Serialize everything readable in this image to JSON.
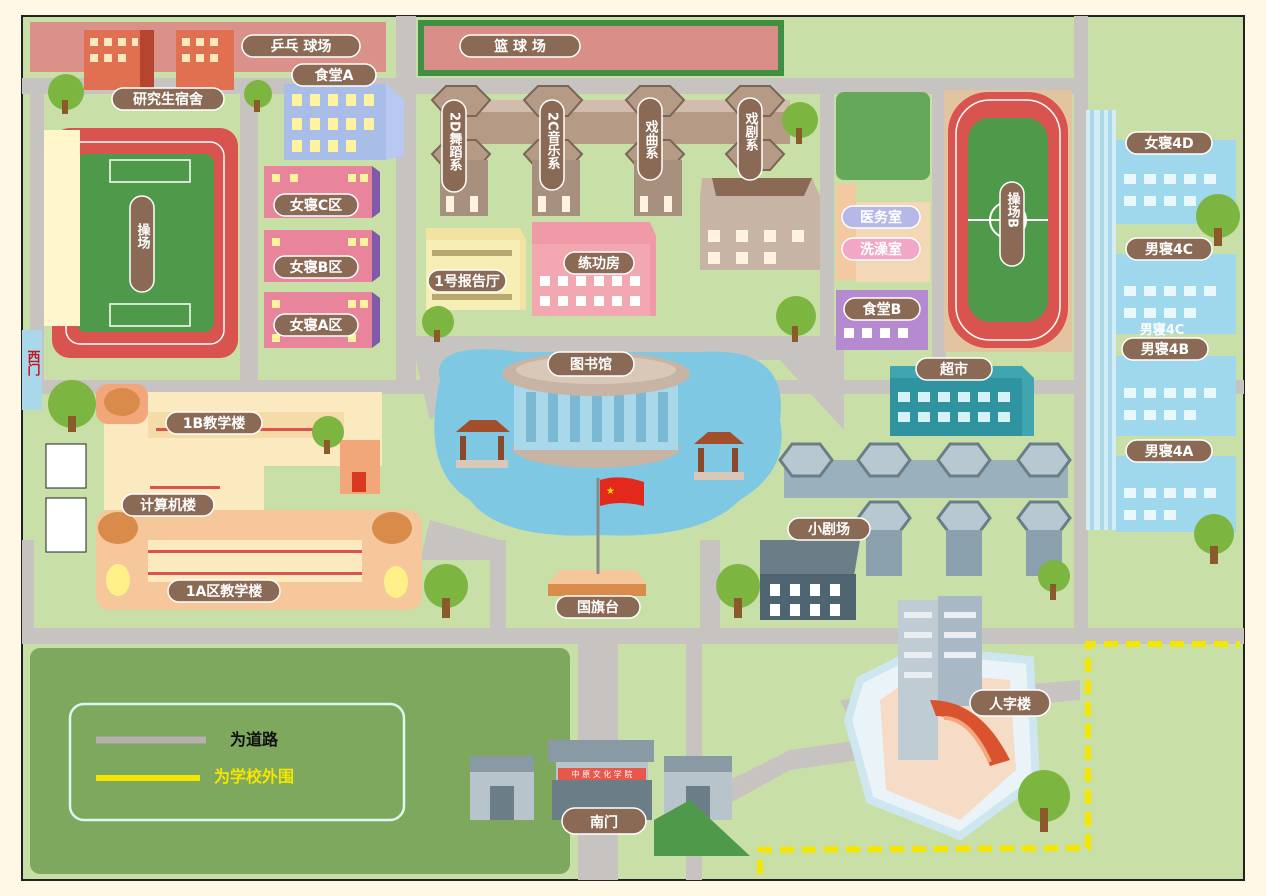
{
  "labels": {
    "pingpong": "乒乓 球场",
    "basketball": "篮 球 场",
    "grad_dorm": "研究生宿舍",
    "canteen_a": "食堂A",
    "dance_2d": "2D舞蹈系",
    "music_2c": "2C音乐系",
    "opera": "戏曲系",
    "drama": "戏剧系",
    "girls_c": "女寝C区",
    "girls_b": "女寝B区",
    "girls_a": "女寝A区",
    "playground_west": "操场",
    "lecture_hall": "1号报告厅",
    "practice_room": "练功房",
    "clinic": "医务室",
    "bathhouse": "洗澡室",
    "canteen_b": "食堂B",
    "playground_b": "操场B",
    "girls_4d": "女寝4D",
    "boys_4c": "男寝4C",
    "boys_4c_ghost": "男寝4C",
    "boys_4b": "男寝4B",
    "boys_4a": "男寝4A",
    "west_gate": "西门",
    "library": "图书馆",
    "supermarket": "超市",
    "teach_1b": "1B教学楼",
    "computer": "计算机楼",
    "teach_1a": "1A区教学楼",
    "flag_stage": "国旗台",
    "small_theater": "小剧场",
    "ren_building": "人字楼",
    "south_gate": "南门",
    "gate_plaque": "中 原 文 化 学 院"
  },
  "legend": {
    "road": "为道路",
    "boundary": "为学校外围",
    "road_color": "#b5b0ad",
    "boundary_color": "#f5e600"
  },
  "colors": {
    "road": "#c7c3c0",
    "grass": "#c9dfa8",
    "water": "#7ec8e3",
    "label_bg": "#8a6a55",
    "track": "#d9534f"
  }
}
